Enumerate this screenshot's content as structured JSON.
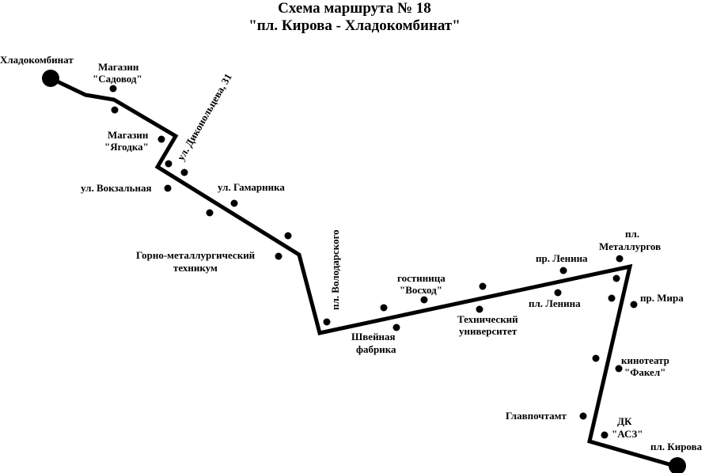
{
  "title": {
    "line1": "Схема маршрута № 18",
    "line2": "\"пл. Кирова - Хладокомбинат\""
  },
  "terminals": {
    "start": "Хладокомбинат",
    "end": "пл. Кирова"
  },
  "stops": {
    "sadovod_1": "Магазин",
    "sadovod_2": "\"Садовод\"",
    "yagodka_1": "Магазин",
    "yagodka_2": "\"Ягодка\"",
    "dikonoltseva": "ул. Диконольцева, 31",
    "vokzalnaya": "ул. Вокзальная",
    "gamarnika": "ул. Гамарника",
    "tekhnikum_1": "Горно-металлургический",
    "tekhnikum_2": "техникум",
    "volodarskogo": "пл. Володарского",
    "voskhod_1": "гостиница",
    "voskhod_2": "\"Восход\"",
    "shveinaya_1": "Швейная",
    "shveinaya_2": "фабрика",
    "lenina_top": "пр. Ленина",
    "lenina_bottom": "пл. Ленина",
    "universitet_1": "Технический",
    "universitet_2": "университет",
    "metallurgov_1": "пл.",
    "metallurgov_2": "Металлургов",
    "mira": "пр. Мира",
    "fakel_1": "кинотеатр",
    "fakel_2": "\"Факел\"",
    "glavpochtamt": "Главпочтамт",
    "dk_1": "ДК",
    "dk_2": "\"АСЗ\""
  }
}
